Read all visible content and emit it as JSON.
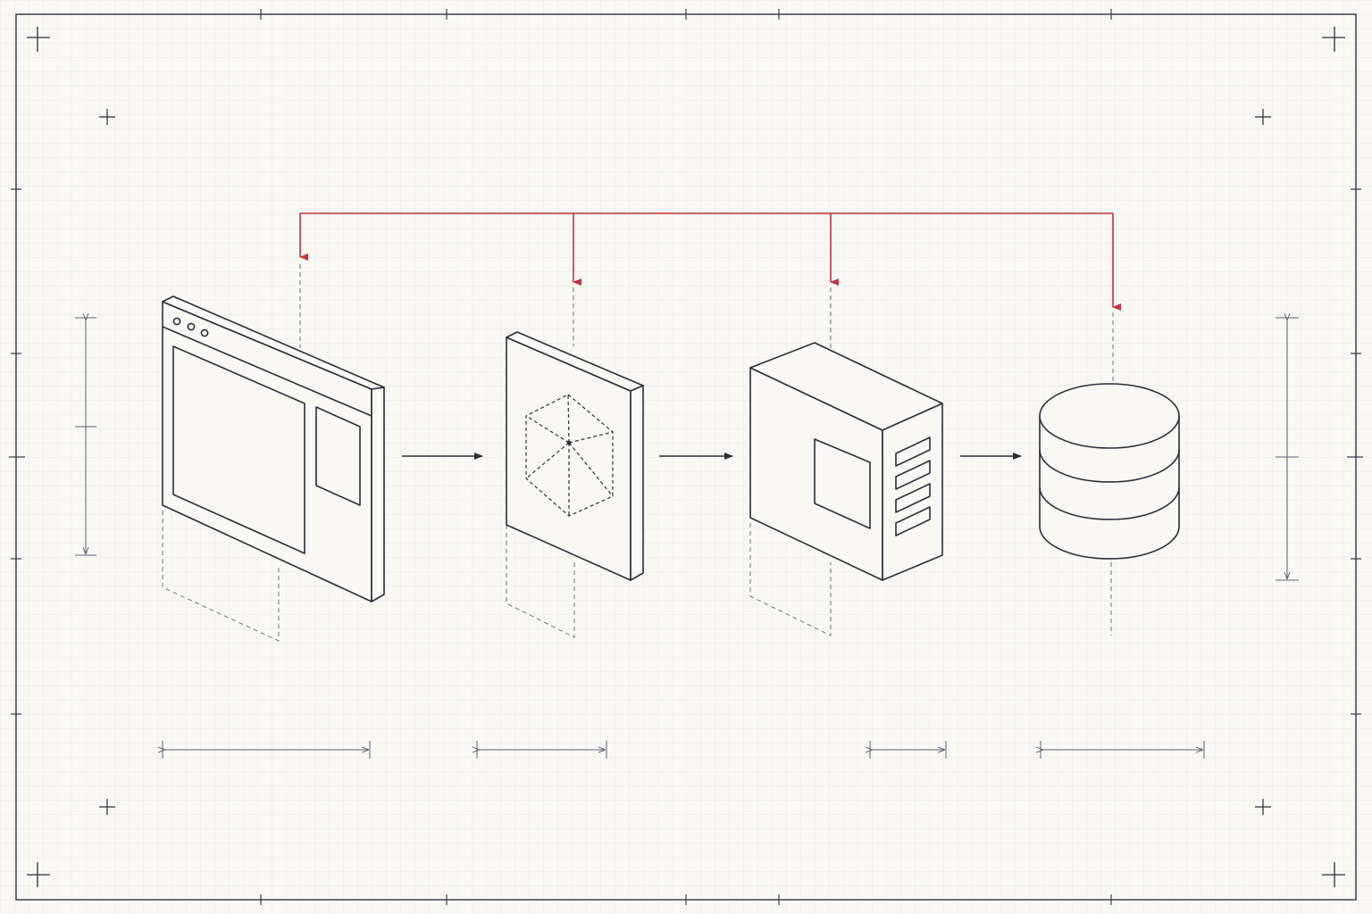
{
  "diagram": {
    "nodes": [
      {
        "id": "browser-window",
        "icon": "browser-window-icon"
      },
      {
        "id": "processing-panel",
        "icon": "hexagon-network-icon"
      },
      {
        "id": "server",
        "icon": "server-box-icon"
      },
      {
        "id": "database",
        "icon": "database-cylinder-icon"
      }
    ],
    "flow": [
      {
        "from": "browser-window",
        "to": "processing-panel"
      },
      {
        "from": "processing-panel",
        "to": "server"
      },
      {
        "from": "server",
        "to": "database"
      }
    ],
    "feedback_bus": {
      "targets": [
        "browser-window",
        "processing-panel",
        "server",
        "database"
      ]
    }
  },
  "colors": {
    "background": "#f9f8f4",
    "grid": "#ebe9e3",
    "ink": "#2b2d3a",
    "dim": "#5c6278",
    "accent": "#c0343c"
  }
}
